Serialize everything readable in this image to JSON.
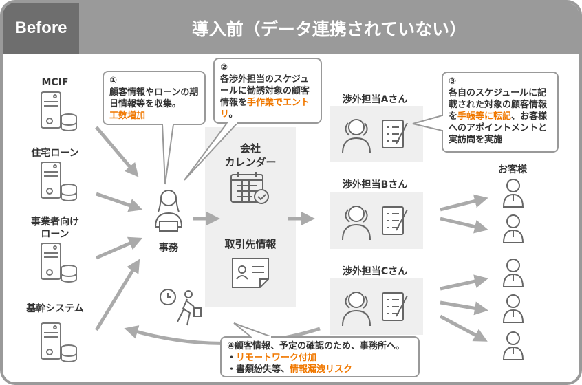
{
  "header": {
    "badge": "Before",
    "title": "導入前（データ連携されていない）"
  },
  "systems": [
    {
      "label": "MCIF"
    },
    {
      "label": "住宅ローン"
    },
    {
      "label": "事業者向け\nローン"
    },
    {
      "label": "基幹システム"
    }
  ],
  "clerk": {
    "label": "事務"
  },
  "calendar": {
    "title": "会社\nカレンダー",
    "clients": "取引先情報"
  },
  "reps": [
    {
      "label": "渉外担当Aさん"
    },
    {
      "label": "渉外担当Bさん"
    },
    {
      "label": "渉外担当Cさん"
    }
  ],
  "customers": {
    "label": "お客様"
  },
  "bubbles": {
    "b1": {
      "num": "①",
      "text": "顧客情報やローンの期日情報等を収集。",
      "highlight": "工数増加"
    },
    "b2": {
      "num": "②",
      "text": "各渉外担当のスケジュールに勧誘対象の顧客情報を",
      "highlight": "手作業でエントリ",
      "tail": "。"
    },
    "b3": {
      "num": "③",
      "text1": "各自のスケジュールに記載された対象の顧客情報を",
      "highlight": "手帳等に転記",
      "text2": "、お客様へのアポイントメントと実訪問を実施"
    },
    "b4": {
      "line1": "④顧客情報、予定の確認のため、事務所へ。",
      "line2_prefix": "・",
      "line2": "リモートワーク付加",
      "line3_prefix": "・書類紛失等、",
      "line3": "情報漏洩リスク"
    }
  },
  "colors": {
    "accent": "#f07800",
    "header": "#9a9a9a",
    "badge": "#6e6e6e"
  }
}
